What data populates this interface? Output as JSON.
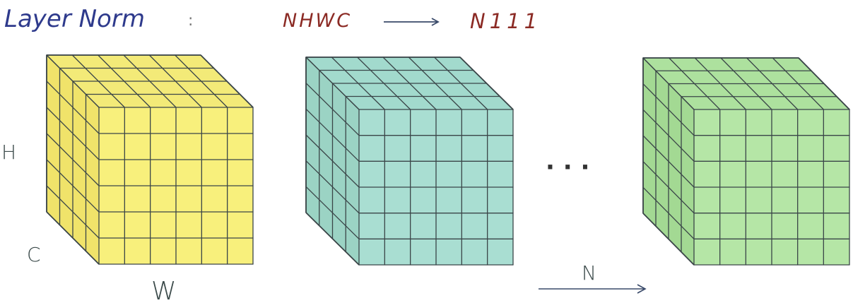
{
  "title": "Layer Norm",
  "title_colon": ":",
  "shape_from": "NHWC",
  "shape_to": "N111",
  "ellipsis": "·  ·  ·",
  "labels": {
    "height": "H",
    "channel": "C",
    "width": "W",
    "batch": "N"
  },
  "colors": {
    "title_text": "#2e3a8c",
    "shape_text": "#8b2a24",
    "axis_text": "#3b4a4a",
    "arrow": "#3a4a6a",
    "grid_stroke": "#3a4548"
  },
  "grid": {
    "front_cols": 6,
    "front_rows": 6,
    "depth_layers": 4
  },
  "cubes": [
    {
      "name": "yellow",
      "face_fill": "#f8f07c",
      "top_fill": "#f3ea78",
      "side_fill": "#f0e36a"
    },
    {
      "name": "teal",
      "face_fill": "#a9ded2",
      "top_fill": "#a2dacd",
      "side_fill": "#9bd3c4"
    },
    {
      "name": "green",
      "face_fill": "#b5e6a6",
      "top_fill": "#ade19e",
      "side_fill": "#a3d993"
    }
  ]
}
